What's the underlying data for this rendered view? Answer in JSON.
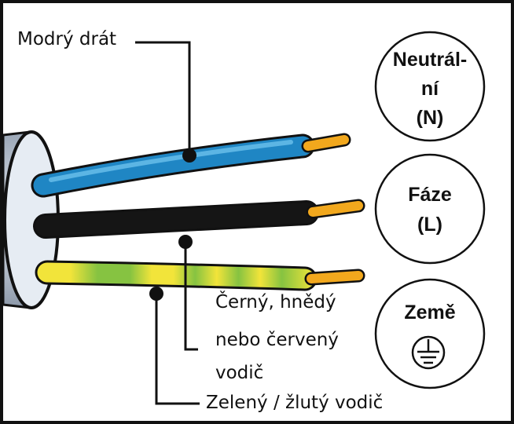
{
  "labels": {
    "blue_wire": "Modrý drát",
    "black_wire_line1": "Černý, hnědý",
    "black_wire_line2": "nebo červený",
    "black_wire_line3": "vodič",
    "green_yellow_wire": "Zelený / žlutý vodič"
  },
  "circles": {
    "neutral": {
      "line1": "Neutrál-",
      "line2": "ní",
      "line3": "(N)"
    },
    "phase": {
      "line1": "Fáze",
      "line2": "(L)"
    },
    "earth": {
      "line1": "Země",
      "icon": "earth-ground-icon"
    }
  },
  "colors": {
    "blue_wire": "#1f86c4",
    "black_wire": "#151515",
    "green_wire": "#86c341",
    "yellow_wire": "#f2e43a",
    "copper_core": "#f2a81d",
    "cable_sheath": "#c2cbd8"
  }
}
